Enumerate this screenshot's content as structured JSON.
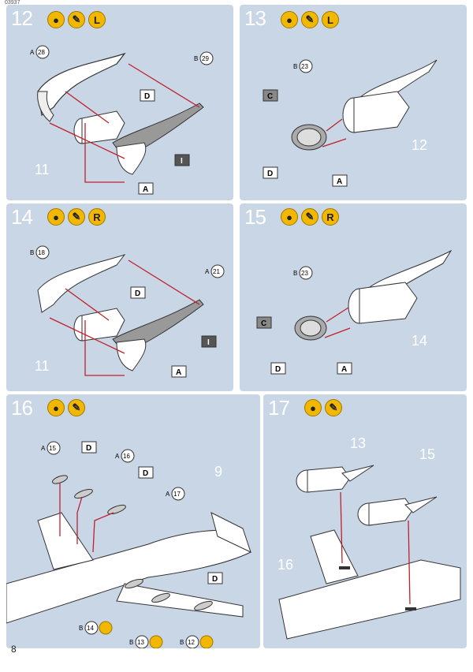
{
  "doc_code": "03937",
  "page_number": "8",
  "steps": [
    {
      "number": "12",
      "badges": [
        "glue",
        "paint",
        "L"
      ],
      "parts": {
        "a": "A",
        "a_num": "28",
        "b": "B",
        "b_num": "29",
        "flag_d": "D",
        "flag_i": "I",
        "flag_a": "A",
        "ref": "11"
      }
    },
    {
      "number": "13",
      "badges": [
        "glue",
        "paint",
        "L"
      ],
      "parts": {
        "b": "B",
        "b_num": "23",
        "flag_c": "C",
        "flag_d": "D",
        "flag_a": "A",
        "ref": "12"
      }
    },
    {
      "number": "14",
      "badges": [
        "glue",
        "paint",
        "R"
      ],
      "parts": {
        "b": "B",
        "b_num": "18",
        "a": "A",
        "a_num": "21",
        "flag_d": "D",
        "flag_i": "I",
        "flag_a": "A",
        "ref": "11"
      }
    },
    {
      "number": "15",
      "badges": [
        "glue",
        "paint",
        "R"
      ],
      "parts": {
        "b": "B",
        "b_num": "23",
        "flag_c": "C",
        "flag_d": "D",
        "flag_a": "A",
        "ref": "14"
      }
    },
    {
      "number": "16",
      "badges": [
        "glue",
        "paint"
      ],
      "parts": {
        "a1": "A",
        "a1_num": "15",
        "a2": "A",
        "a2_num": "16",
        "a3": "A",
        "a3_num": "17",
        "flag_d1": "D",
        "flag_d2": "D",
        "flag_d3": "D",
        "ref": "9",
        "b1": "B",
        "b1_num": "14",
        "b2": "B",
        "b2_num": "13",
        "b3": "B",
        "b3_num": "12"
      }
    },
    {
      "number": "17",
      "badges": [
        "glue",
        "paint"
      ],
      "parts": {
        "ref1": "13",
        "ref2": "15",
        "ref3": "16"
      }
    }
  ]
}
